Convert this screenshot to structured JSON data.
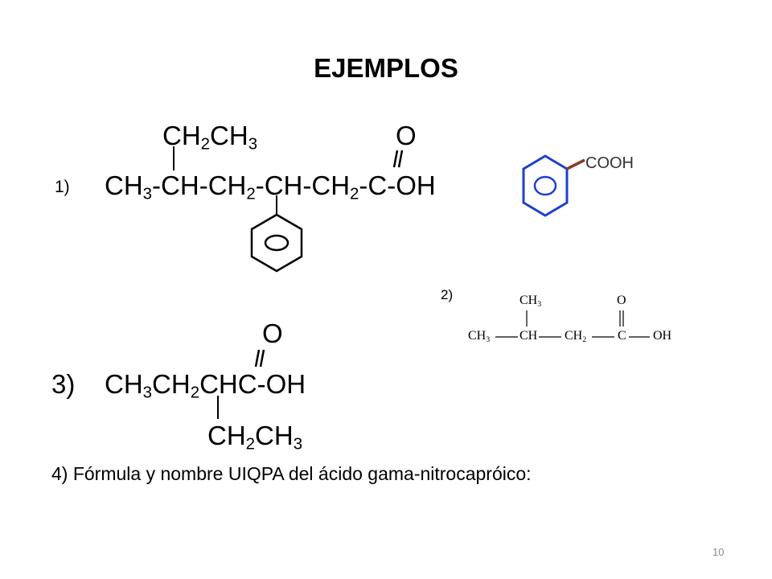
{
  "slide": {
    "title": "EJEMPLOS",
    "page_number": "10"
  },
  "ex1": {
    "label": "1)",
    "substituent": [
      "CH",
      "2",
      "CH",
      "3"
    ],
    "carbonyl_o": "O",
    "chain": [
      "CH",
      "3",
      "-CH-CH",
      "2",
      "-CH-CH",
      "2",
      "-C-OH"
    ]
  },
  "benzoic": {
    "group": "COOH"
  },
  "ex2": {
    "label": "2)",
    "methyl": [
      "CH",
      "3"
    ],
    "carbonyl_o": "O",
    "chain": {
      "c1": [
        "CH",
        "3"
      ],
      "c2": "CH",
      "c3": [
        "CH",
        "2"
      ],
      "c4": "C",
      "oh": "OH"
    }
  },
  "ex3": {
    "label": "3)",
    "carbonyl_o": "O",
    "chain": [
      "CH",
      "3",
      "CH",
      "2",
      "CHC-OH"
    ],
    "substituent": [
      "CH",
      "2",
      "CH",
      "3"
    ]
  },
  "ex4": {
    "text": "4) Fórmula y nombre UIQPA del ácido gama-nitrocapróico:"
  },
  "colors": {
    "ring_blue": "#1f3fcc",
    "bond_brown": "#8b3a2a",
    "group_text": "#333333"
  }
}
